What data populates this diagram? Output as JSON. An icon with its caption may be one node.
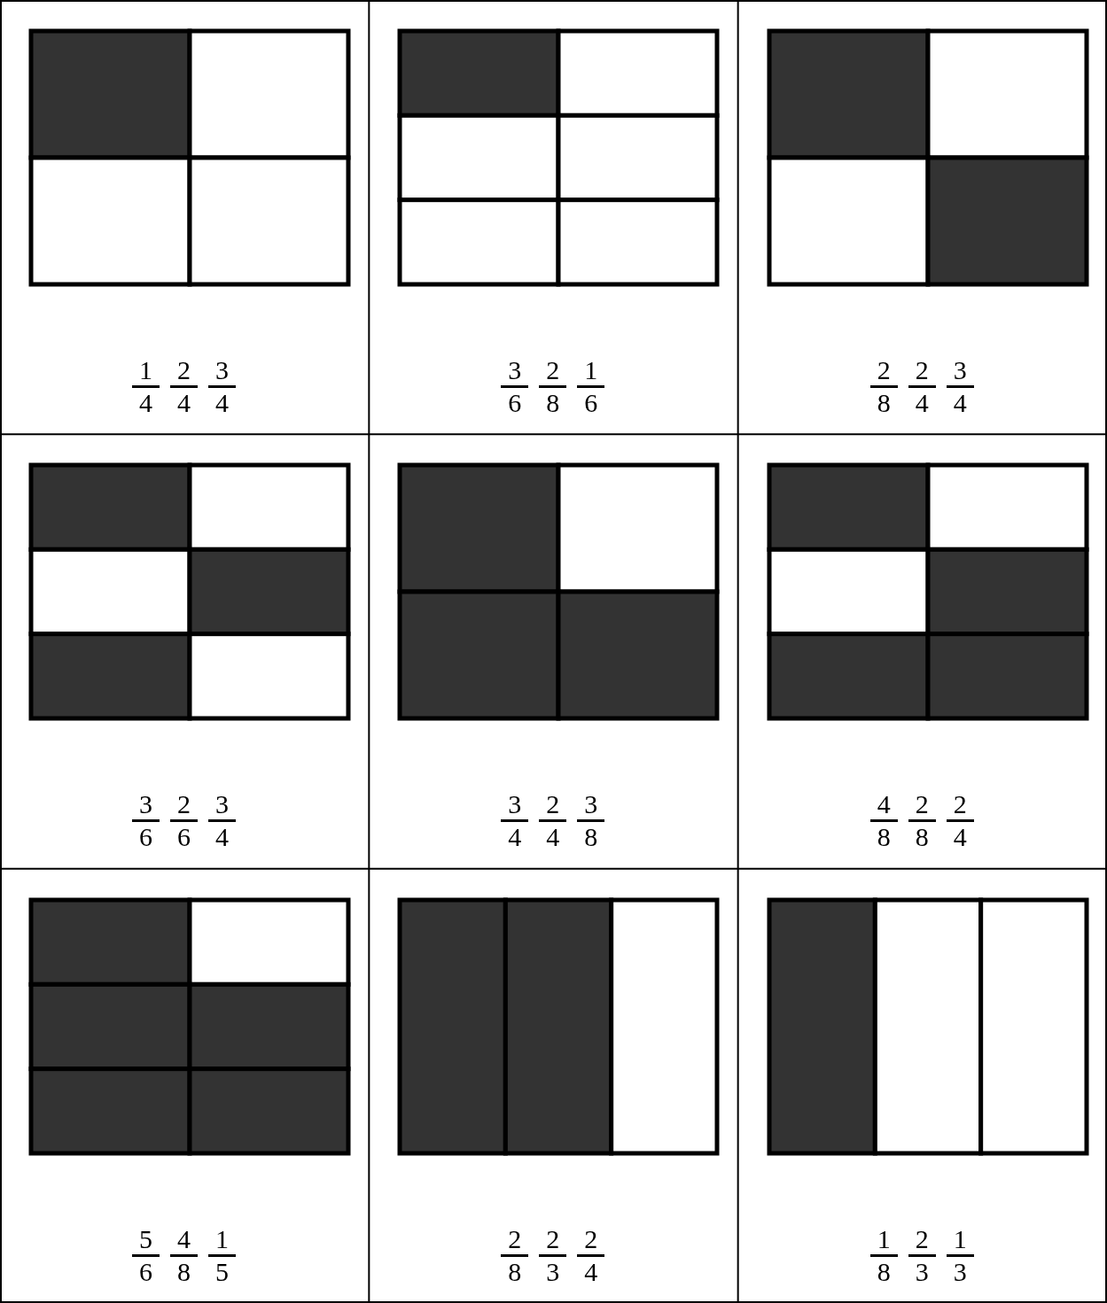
{
  "diagram": {
    "labels": [
      "1",
      "4",
      "2",
      "4",
      "3",
      "4",
      "3",
      "6",
      "2",
      "8",
      "1",
      "6",
      "2",
      "8",
      "2",
      "4",
      "3",
      "4",
      "3",
      "6",
      "2",
      "6",
      "3",
      "4",
      "3",
      "4",
      "2",
      "4",
      "3",
      "8",
      "4",
      "8",
      "2",
      "8",
      "2",
      "4",
      "5",
      "6",
      "4",
      "8",
      "1",
      "5",
      "2",
      "8",
      "2",
      "3",
      "2",
      "4",
      "1",
      "8",
      "2",
      "3",
      "1",
      "3"
    ]
  }
}
